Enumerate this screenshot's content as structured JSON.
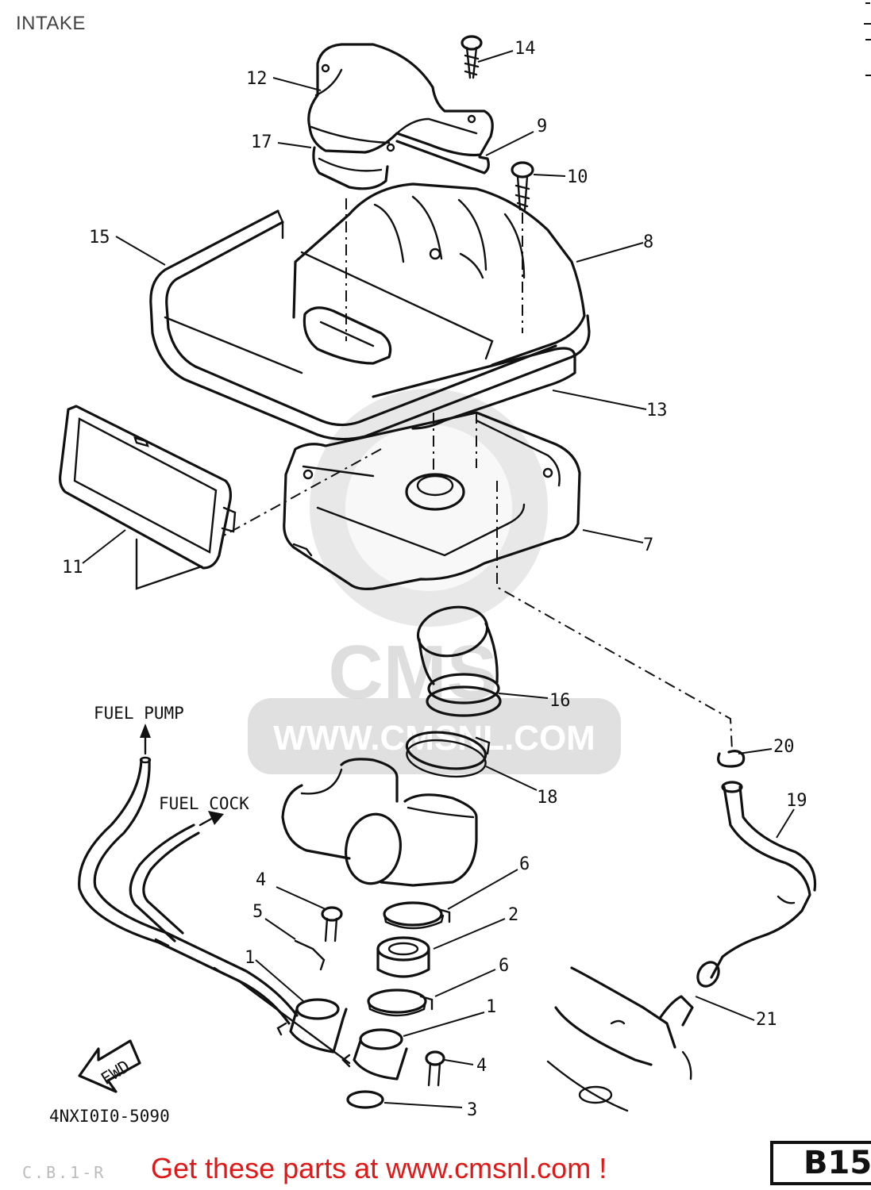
{
  "page": {
    "title": "INTAKE",
    "drawing_code": "4NXI0I0-5090",
    "page_ref": "B15",
    "promo_text": "Get these parts at www.cmsnl.com !",
    "watermark_text": "WWW.CMSNL.COM",
    "watermark_logo": "CMS",
    "footer_code_faded": "C.B.1-R"
  },
  "diagram": {
    "notes": {
      "fuel_pump": "FUEL PUMP",
      "fuel_cock": "FUEL COCK",
      "fwd": "FWD"
    },
    "callouts": [
      {
        "id": "c14",
        "label": "14"
      },
      {
        "id": "c12",
        "label": "12"
      },
      {
        "id": "c9",
        "label": "9"
      },
      {
        "id": "c17",
        "label": "17"
      },
      {
        "id": "c10",
        "label": "10"
      },
      {
        "id": "c15",
        "label": "15"
      },
      {
        "id": "c8",
        "label": "8"
      },
      {
        "id": "c13",
        "label": "13"
      },
      {
        "id": "c11",
        "label": "11"
      },
      {
        "id": "c7",
        "label": "7"
      },
      {
        "id": "c16",
        "label": "16"
      },
      {
        "id": "c20",
        "label": "20"
      },
      {
        "id": "c18",
        "label": "18"
      },
      {
        "id": "c19",
        "label": "19"
      },
      {
        "id": "c6a",
        "label": "6"
      },
      {
        "id": "c4a",
        "label": "4"
      },
      {
        "id": "c2",
        "label": "2"
      },
      {
        "id": "c5",
        "label": "5"
      },
      {
        "id": "c1a",
        "label": "1"
      },
      {
        "id": "c6b",
        "label": "6"
      },
      {
        "id": "c1b",
        "label": "1"
      },
      {
        "id": "c21",
        "label": "21"
      },
      {
        "id": "c4b",
        "label": "4"
      },
      {
        "id": "c3",
        "label": "3"
      }
    ]
  }
}
